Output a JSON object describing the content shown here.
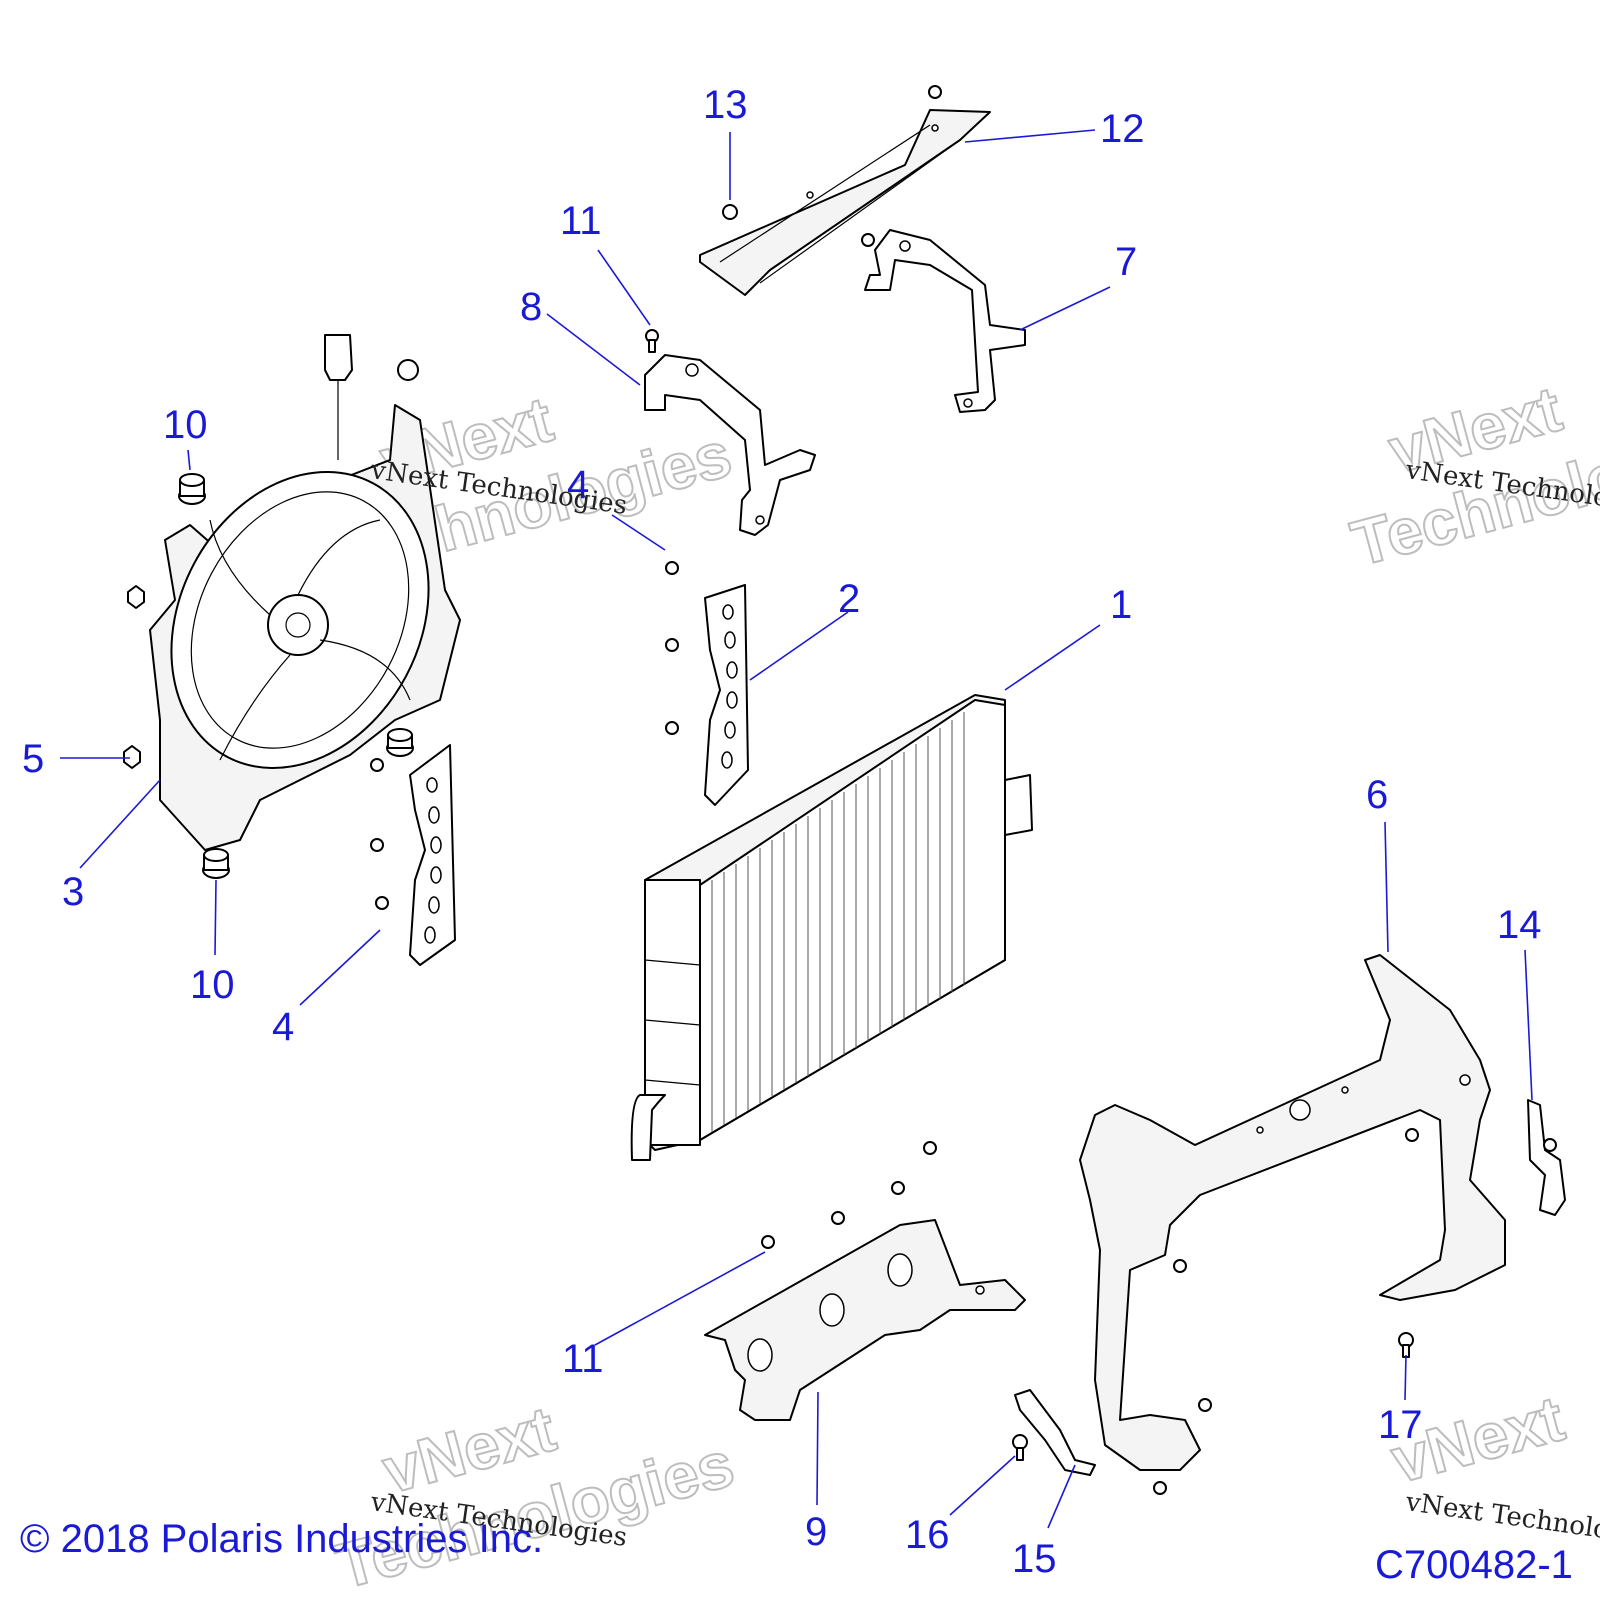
{
  "callouts": {
    "c1": "1",
    "c2": "2",
    "c3": "3",
    "c4a": "4",
    "c4b": "4",
    "c5": "5",
    "c6": "6",
    "c7": "7",
    "c8": "8",
    "c9": "9",
    "c10a": "10",
    "c10b": "10",
    "c11a": "11",
    "c11b": "11",
    "c12": "12",
    "c13": "13",
    "c14": "14",
    "c15": "15",
    "c16": "16",
    "c17": "17"
  },
  "watermark": {
    "script": "vNext Technologies",
    "outline_line1": "vNext",
    "outline_line2": "Technologies"
  },
  "footer": {
    "copyright": "© 2018 Polaris Industries Inc.",
    "drawing_code": "C700482-1"
  },
  "colors": {
    "callout": "#1a1ad6",
    "line_art": "#000000",
    "watermark_outline": "#bdbdbd"
  }
}
